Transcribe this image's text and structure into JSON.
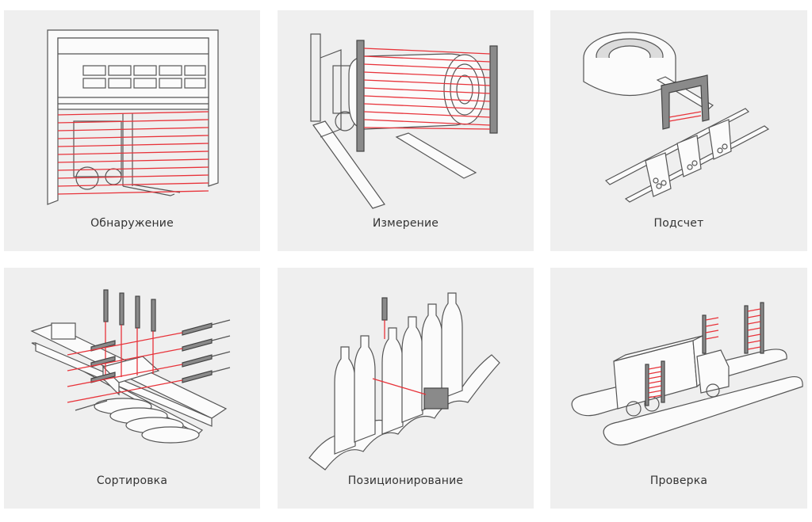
{
  "cards": [
    {
      "label": "Обнаружение",
      "icon": "garage-door-forklift-icon"
    },
    {
      "label": "Измерение",
      "icon": "log-measurement-icon"
    },
    {
      "label": "Подсчет",
      "icon": "parts-counting-icon"
    },
    {
      "label": "Сортировка",
      "icon": "conveyor-sorting-icon"
    },
    {
      "label": "Позиционирование",
      "icon": "bottle-positioning-icon"
    },
    {
      "label": "Проверка",
      "icon": "truck-inspection-icon"
    }
  ],
  "colors": {
    "beam": "#e8333a",
    "card_bg": "#efefef",
    "text": "#333333"
  }
}
